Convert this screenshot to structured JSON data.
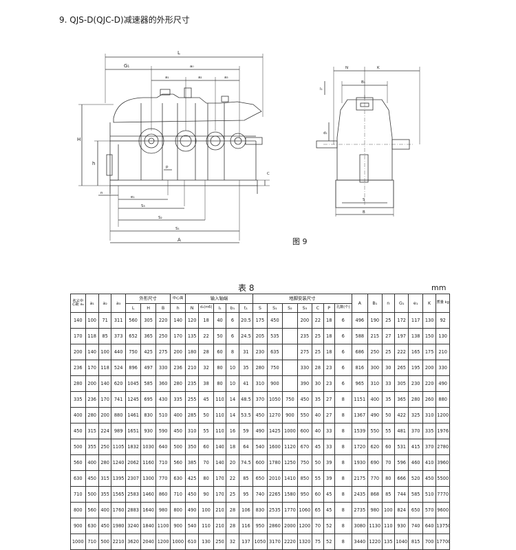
{
  "heading": "9. QJS-D(QJC-D)减速器的外形尺寸",
  "figure": {
    "caption": "图 9",
    "front_labels": {
      "L": "L",
      "G1": "G₁",
      "a0": "a₀",
      "a1": "a₁",
      "a2": "a₂",
      "a3": "a₃",
      "H": "H",
      "h": "h",
      "p": "p",
      "C": "C",
      "n": "n",
      "e1": "e₁",
      "S3": "S₃",
      "S2": "S₂",
      "S1": "S₁",
      "A": "A"
    },
    "side_labels": {
      "N": "N",
      "K": "K",
      "l1": "l₁",
      "B1": "B₁",
      "d1": "d₁",
      "S": "S",
      "B": "B"
    }
  },
  "table": {
    "title": "表 8",
    "unit": "mm",
    "header_top": {
      "center_distance": "名义中心距 a₀",
      "a1": "a₁",
      "a2": "a₂",
      "a3": "a₃",
      "outline": "外形尺寸",
      "center_height": "中心高",
      "input_shaft": "输入轴端",
      "foot": "地脚安装尺寸",
      "A": "A",
      "B1": "B₁",
      "n": "n",
      "G1": "G₁",
      "e1": "e₁",
      "K": "K",
      "mass": "质量 kg"
    },
    "header_sub": {
      "L": "L",
      "H": "H",
      "B": "B",
      "h": "h",
      "N": "N",
      "d1": "d₁(m6)",
      "l1": "l₁",
      "b1": "b₁",
      "t1": "t₁",
      "S": "S",
      "S1": "S₁",
      "S2": "S₂",
      "S3": "S₃",
      "C": "C",
      "P": "P",
      "holes": "孔数(个)"
    },
    "rows": [
      [
        "140",
        "100",
        "71",
        "311",
        "560",
        "305",
        "220",
        "140",
        "120",
        "18",
        "40",
        "6",
        "20.5",
        "175",
        "450",
        "",
        "200",
        "22",
        "18",
        "6",
        "496",
        "190",
        "25",
        "172",
        "117",
        "130",
        "92"
      ],
      [
        "170",
        "118",
        "85",
        "373",
        "652",
        "365",
        "250",
        "170",
        "135",
        "22",
        "50",
        "6",
        "24.5",
        "205",
        "535",
        "",
        "235",
        "25",
        "18",
        "6",
        "588",
        "215",
        "27",
        "197",
        "138",
        "150",
        "130"
      ],
      [
        "200",
        "140",
        "100",
        "440",
        "750",
        "425",
        "275",
        "200",
        "180",
        "28",
        "60",
        "8",
        "31",
        "230",
        "635",
        "",
        "275",
        "25",
        "18",
        "6",
        "686",
        "250",
        "25",
        "222",
        "165",
        "175",
        "210"
      ],
      [
        "236",
        "170",
        "118",
        "524",
        "896",
        "497",
        "330",
        "236",
        "210",
        "32",
        "80",
        "10",
        "35",
        "280",
        "750",
        "",
        "330",
        "28",
        "23",
        "6",
        "816",
        "300",
        "30",
        "265",
        "195",
        "200",
        "330"
      ],
      [
        "280",
        "200",
        "140",
        "620",
        "1045",
        "585",
        "360",
        "280",
        "235",
        "38",
        "80",
        "10",
        "41",
        "310",
        "900",
        "",
        "390",
        "30",
        "23",
        "6",
        "965",
        "310",
        "33",
        "305",
        "230",
        "220",
        "490"
      ],
      [
        "335",
        "236",
        "170",
        "741",
        "1245",
        "695",
        "430",
        "335",
        "255",
        "45",
        "110",
        "14",
        "48.5",
        "370",
        "1050",
        "750",
        "450",
        "35",
        "27",
        "8",
        "1151",
        "400",
        "35",
        "365",
        "280",
        "260",
        "880"
      ],
      [
        "400",
        "280",
        "200",
        "880",
        "1461",
        "830",
        "510",
        "400",
        "285",
        "50",
        "110",
        "14",
        "53.5",
        "450",
        "1270",
        "900",
        "550",
        "40",
        "27",
        "8",
        "1367",
        "490",
        "50",
        "422",
        "325",
        "310",
        "1200"
      ],
      [
        "450",
        "315",
        "224",
        "989",
        "1651",
        "930",
        "590",
        "450",
        "310",
        "55",
        "110",
        "16",
        "59",
        "490",
        "1425",
        "1000",
        "600",
        "40",
        "33",
        "8",
        "1539",
        "550",
        "55",
        "481",
        "370",
        "335",
        "1976"
      ],
      [
        "500",
        "355",
        "250",
        "1105",
        "1832",
        "1030",
        "640",
        "500",
        "350",
        "60",
        "140",
        "18",
        "64",
        "540",
        "1600",
        "1120",
        "670",
        "45",
        "33",
        "8",
        "1720",
        "620",
        "60",
        "531",
        "415",
        "370",
        "2780"
      ],
      [
        "560",
        "400",
        "280",
        "1240",
        "2062",
        "1160",
        "710",
        "560",
        "385",
        "70",
        "140",
        "20",
        "74.5",
        "600",
        "1780",
        "1250",
        "750",
        "50",
        "39",
        "8",
        "1930",
        "690",
        "70",
        "596",
        "460",
        "410",
        "3960"
      ],
      [
        "630",
        "450",
        "315",
        "1395",
        "2307",
        "1300",
        "770",
        "630",
        "425",
        "80",
        "170",
        "22",
        "85",
        "650",
        "2010",
        "1410",
        "850",
        "55",
        "39",
        "8",
        "2175",
        "770",
        "80",
        "666",
        "520",
        "450",
        "5500"
      ],
      [
        "710",
        "500",
        "355",
        "1565",
        "2583",
        "1460",
        "860",
        "710",
        "450",
        "90",
        "170",
        "25",
        "95",
        "740",
        "2265",
        "1580",
        "950",
        "60",
        "45",
        "8",
        "2435",
        "868",
        "85",
        "744",
        "585",
        "510",
        "7770"
      ],
      [
        "800",
        "560",
        "400",
        "1760",
        "2883",
        "1640",
        "980",
        "800",
        "490",
        "100",
        "210",
        "28",
        "106",
        "830",
        "2535",
        "1770",
        "1060",
        "65",
        "45",
        "8",
        "2735",
        "980",
        "100",
        "824",
        "650",
        "570",
        "9600"
      ],
      [
        "900",
        "630",
        "450",
        "1980",
        "3240",
        "1840",
        "1100",
        "900",
        "540",
        "110",
        "210",
        "28",
        "116",
        "950",
        "2860",
        "2000",
        "1200",
        "70",
        "52",
        "8",
        "3080",
        "1130",
        "110",
        "930",
        "740",
        "640",
        "13750"
      ],
      [
        "1000",
        "710",
        "500",
        "2210",
        "3620",
        "2040",
        "1200",
        "1000",
        "610",
        "130",
        "250",
        "32",
        "137",
        "1050",
        "3170",
        "2220",
        "1320",
        "75",
        "52",
        "8",
        "3440",
        "1220",
        "135",
        "1040",
        "815",
        "700",
        "17700"
      ]
    ]
  }
}
